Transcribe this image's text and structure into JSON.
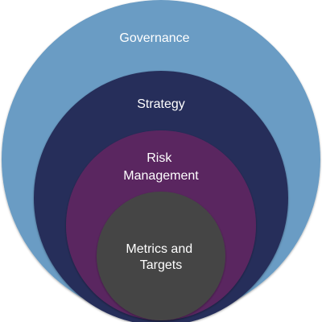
{
  "diagram": {
    "type": "nested-circles",
    "colors": {
      "governance": "#6a9cc4",
      "strategy": "#252d5a",
      "risk_management": "#5a2660",
      "metrics_and_targets": "#454545",
      "label": "#ffffff"
    },
    "layers": [
      {
        "key": "governance",
        "lines": [
          "Governance"
        ]
      },
      {
        "key": "strategy",
        "lines": [
          "Strategy"
        ]
      },
      {
        "key": "risk_management",
        "lines": [
          "Risk",
          "Management"
        ]
      },
      {
        "key": "metrics_and_targets",
        "lines": [
          "Metrics and",
          "Targets"
        ]
      }
    ]
  }
}
